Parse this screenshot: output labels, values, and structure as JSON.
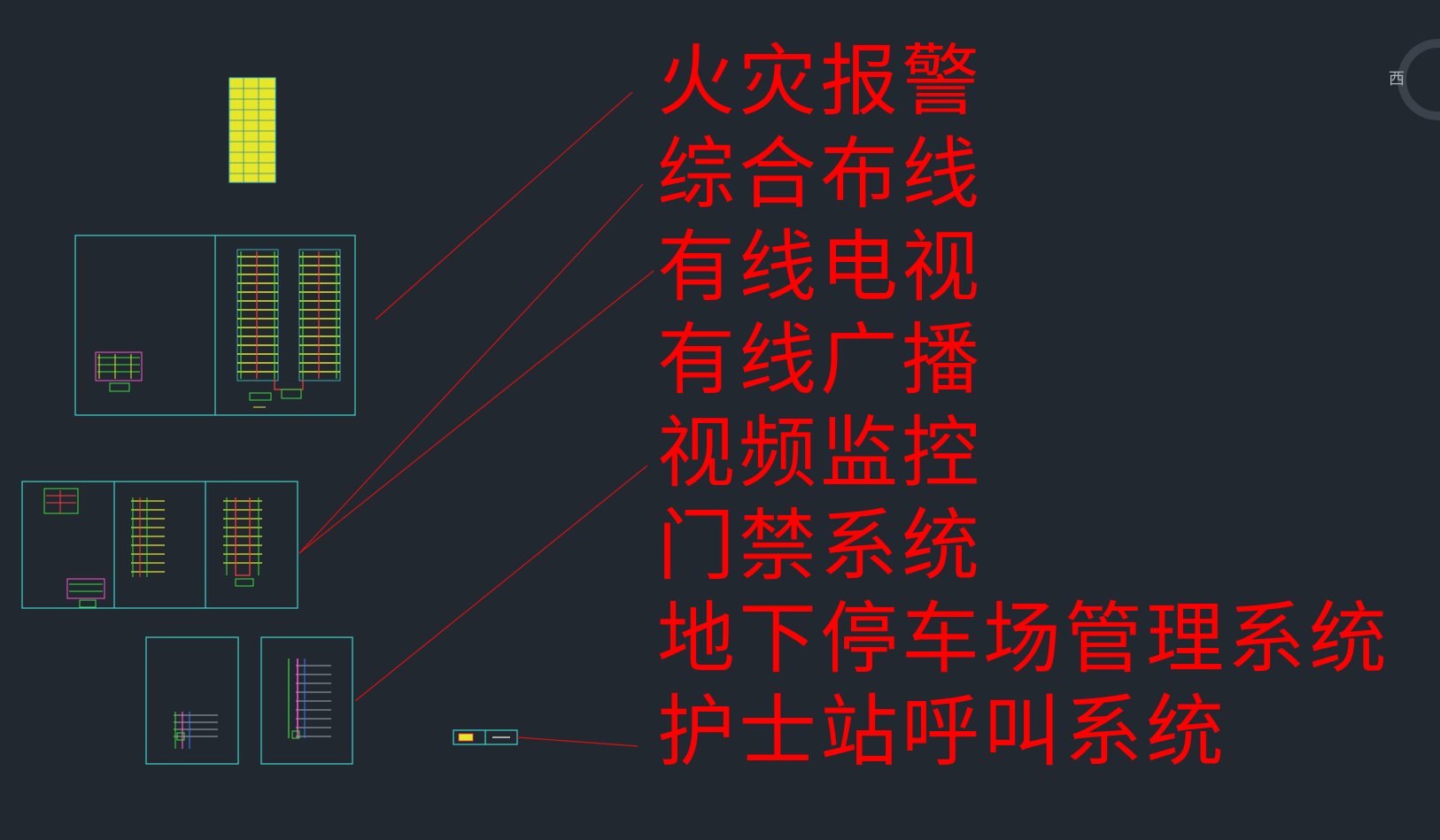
{
  "colors": {
    "background": "#212830",
    "label": "#ff0000",
    "sheet_frame": "#3fd4d4",
    "leader_line": "#e01010"
  },
  "labels": [
    "火灾报警",
    "综合布线",
    "有线电视",
    "有线广播",
    "视频监控",
    "门禁系统",
    "地下停车场管理系统",
    "护士站呼叫系统"
  ],
  "viewcube": {
    "west_label": "西"
  }
}
